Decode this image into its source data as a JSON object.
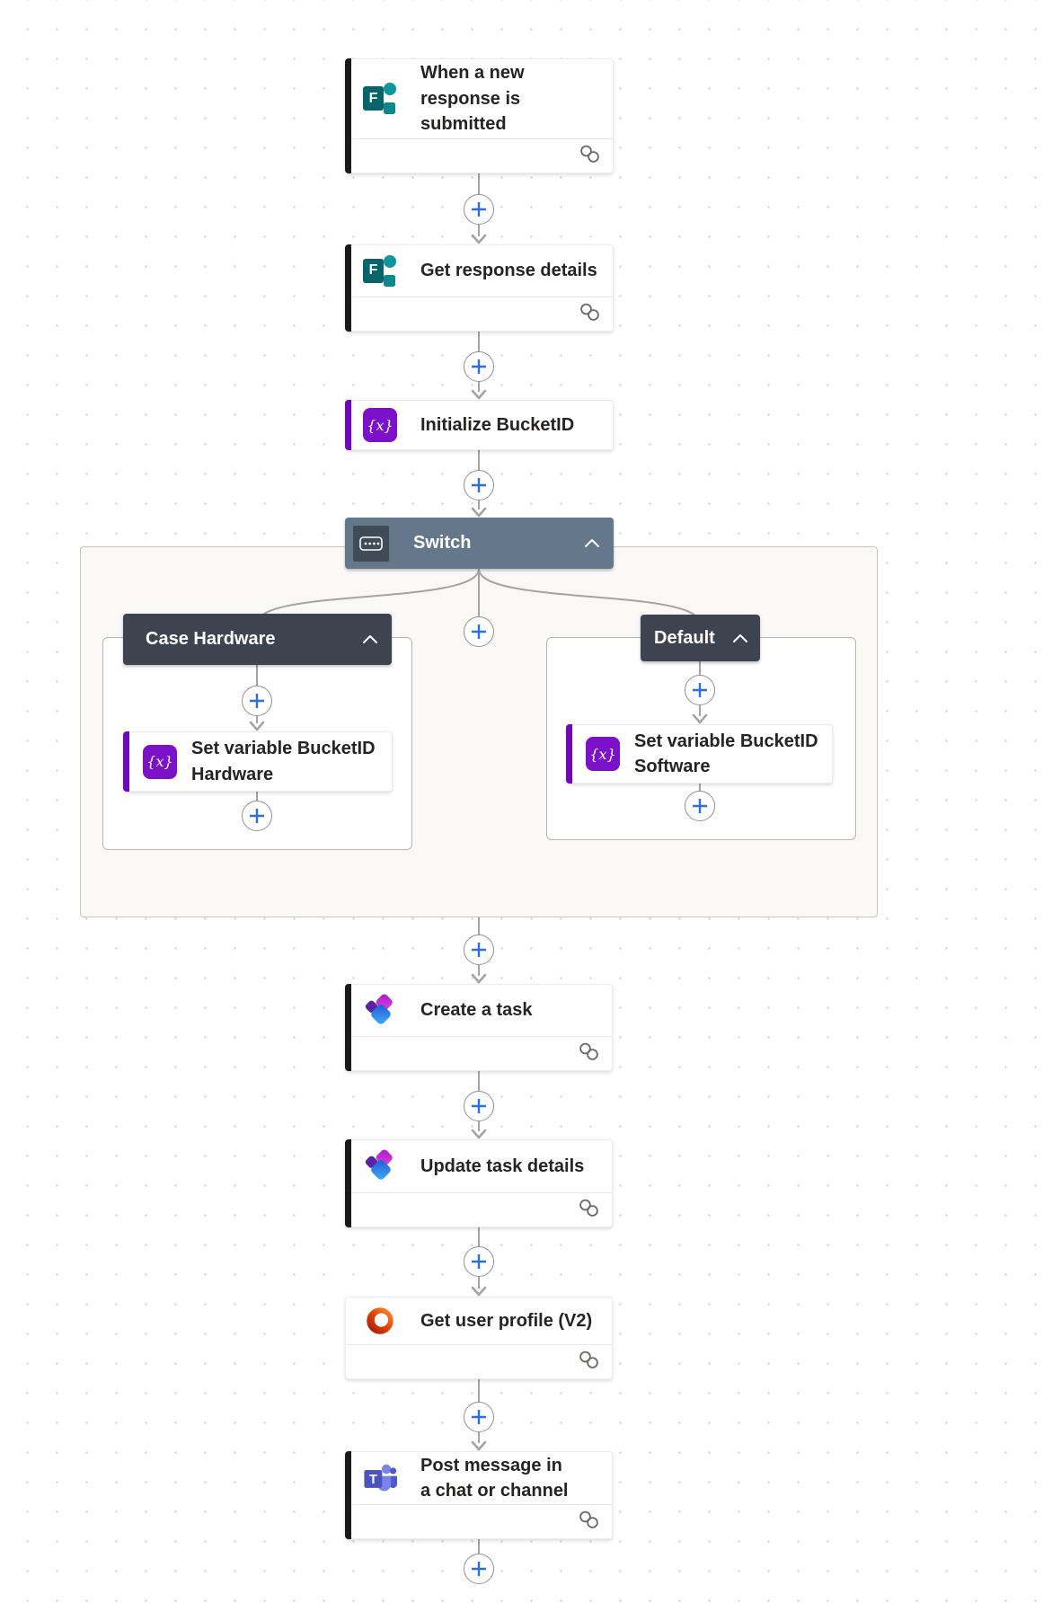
{
  "app": {
    "name": "Power Automate flow designer"
  },
  "colors": {
    "switch_header": "#64778b",
    "case_header": "#3d4450",
    "action_accent_black": "#1b1a19",
    "variable_accent_purple": "#6e08b8",
    "variable_icon_purple": "#7b12c9",
    "plus_blue": "#2b6fdd",
    "connector_gray": "#a6a4a2",
    "scope_background": "#faf9f7"
  },
  "glyphs": {
    "forms_letter": "F",
    "teams_letter": "T",
    "variable_symbol": "{x}"
  },
  "nodes": {
    "trigger": {
      "title": "When a new response is submitted",
      "icon": "forms-icon"
    },
    "get_response": {
      "title": "Get response details",
      "icon": "forms-icon"
    },
    "initialize_bucketid": {
      "title": "Initialize BucketID",
      "icon": "variable-icon"
    },
    "switch": {
      "label": "Switch",
      "icon": "switch-icon"
    },
    "case_hardware": {
      "label": "Case Hardware"
    },
    "set_variable_hardware": {
      "title": "Set variable BucketID Hardware",
      "icon": "variable-icon"
    },
    "case_default": {
      "label": "Default"
    },
    "set_variable_software": {
      "title": "Set variable BucketID Software",
      "icon": "variable-icon"
    },
    "create_task": {
      "title": "Create a task",
      "icon": "planner-icon"
    },
    "update_task": {
      "title": "Update task details",
      "icon": "planner-icon"
    },
    "get_user_profile": {
      "title": "Get user profile (V2)",
      "icon": "office-icon"
    },
    "post_message": {
      "title": "Post message in a chat or channel",
      "icon": "teams-icon"
    }
  }
}
